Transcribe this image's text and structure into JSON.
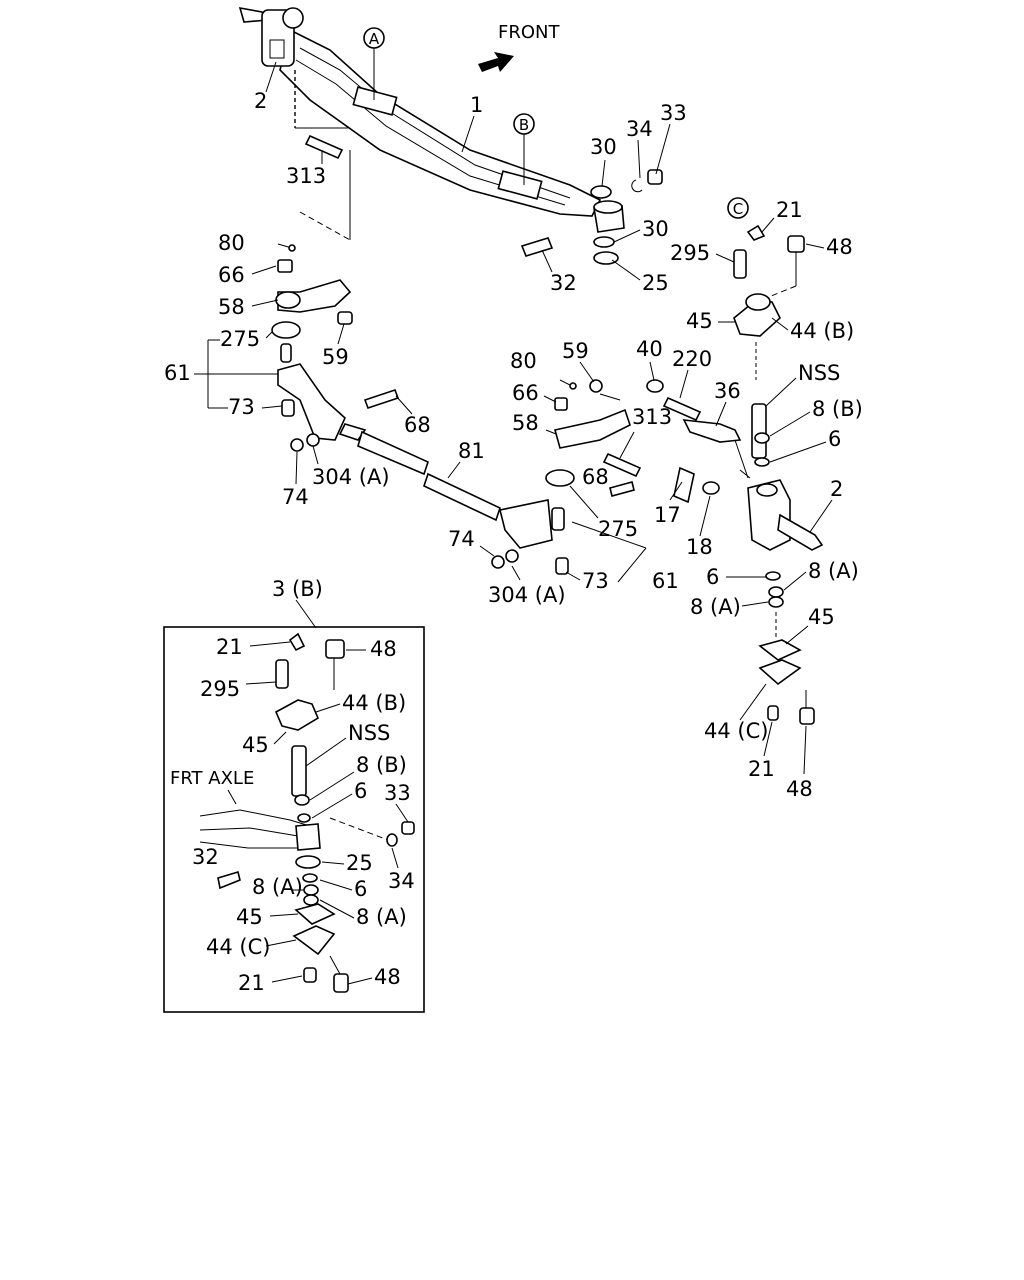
{
  "direction_label": "FRONT",
  "detail": {
    "callout": "3 (B)",
    "axle_label": "FRT  AXLE"
  },
  "view_refs": [
    "A",
    "B",
    "C"
  ],
  "parts": {
    "p1": "1",
    "p2": "2",
    "p6": "6",
    "p8a": "8 (A)",
    "p8b": "8 (B)",
    "p17": "17",
    "p18": "18",
    "p21": "21",
    "p25": "25",
    "p30": "30",
    "p32": "32",
    "p33": "33",
    "p34": "34",
    "p36": "36",
    "p40": "40",
    "p44b": "44 (B)",
    "p44c": "44 (C)",
    "p45": "45",
    "p48": "48",
    "p58": "58",
    "p59": "59",
    "p61": "61",
    "p66": "66",
    "p68": "68",
    "p73": "73",
    "p74": "74",
    "p80": "80",
    "p81": "81",
    "p220": "220",
    "p275": "275",
    "p295": "295",
    "p304a": "304 (A)",
    "p313": "313",
    "nss": "NSS"
  }
}
